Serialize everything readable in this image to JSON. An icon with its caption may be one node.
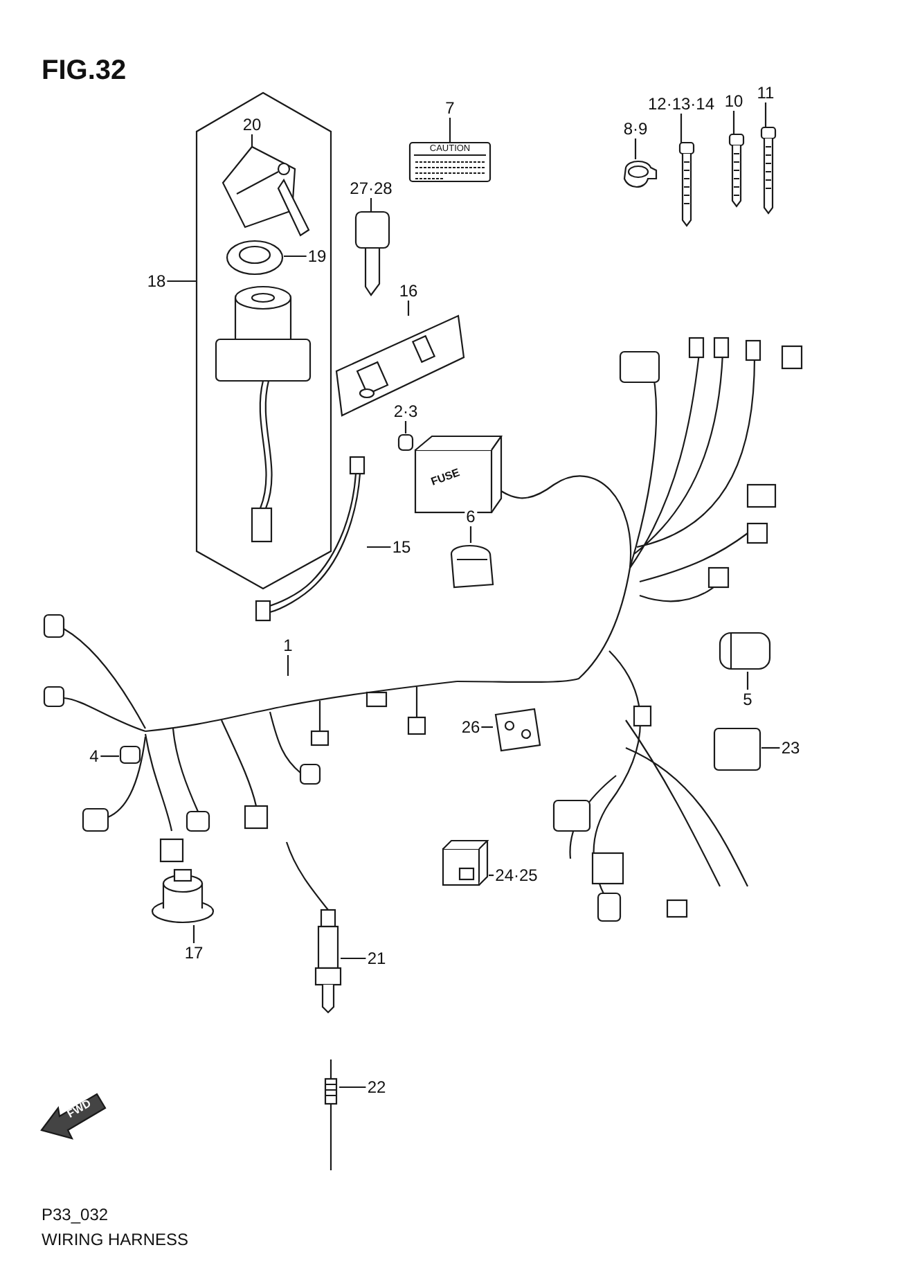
{
  "diagram": {
    "title": "FIG.32",
    "caption": "WIRING HARNESS",
    "nodes": [
      {
        "text": [
          "18"
        ]
      },
      {
        "text": [],
        "shape": "picture"
      },
      {
        "text": [
          "20"
        ],
        "in": 1
      },
      {
        "text": [],
        "shape": "picture",
        "in": 1
      },
      {
        "text": [
          "19"
        ],
        "in": 1
      },
      {
        "text": [],
        "shape": "picture",
        "in": 1
      },
      {
        "text": [
          "7"
        ]
      },
      {
        "text": [
          "CAUTION"
        ]
      },
      {
        "text": [
          "27·28"
        ]
      },
      {
        "text": [],
        "shape": "picture"
      },
      {
        "text": [
          "8·9"
        ]
      },
      {
        "text": [],
        "shape": "picture"
      },
      {
        "text": [
          "12·13·14"
        ]
      },
      {
        "text": [],
        "shape": "picture"
      },
      {
        "text": [
          "10"
        ]
      },
      {
        "text": [],
        "shape": "picture"
      },
      {
        "text": [
          "11"
        ]
      },
      {
        "text": [],
        "shape": "picture"
      },
      {
        "text": [
          "16"
        ]
      },
      {
        "text": [],
        "shape": "picture"
      },
      {
        "text": [
          "2·3"
        ]
      },
      {
        "text": [],
        "shape": "box"
      },
      {
        "text": [
          "15"
        ]
      },
      {
        "text": [],
        "shape": "picture"
      },
      {
        "text": [
          "6"
        ]
      },
      {
        "text": [],
        "shape": "picture"
      },
      {
        "text": [
          "1"
        ]
      },
      {
        "text": [],
        "shape": "picture"
      },
      {
        "text": [
          "26"
        ]
      },
      {
        "text": [],
        "shape": "picture"
      },
      {
        "text": [
          "5"
        ]
      },
      {
        "text": [],
        "shape": "picture"
      },
      {
        "text": [
          "4"
        ]
      },
      {
        "text": [],
        "shape": "box"
      },
      {
        "text": [
          "23"
        ]
      },
      {
        "text": [],
        "shape": "box"
      },
      {
        "text": [
          "24·25"
        ]
      },
      {
        "text": [],
        "shape": "picture"
      },
      {
        "text": [
          "17"
        ]
      },
      {
        "text": [],
        "shape": "picture"
      },
      {
        "text": [
          "21"
        ]
      },
      {
        "text": [],
        "shape": "picture"
      },
      {
        "text": [
          "22"
        ]
      },
      {
        "text": [],
        "shape": "picture"
      }
    ],
    "edges": [
      {
        "from": 0,
        "to": 1,
        "arrow": "none"
      },
      {
        "from": 2,
        "to": 3,
        "arrow": "none"
      },
      {
        "from": 4,
        "to": 5,
        "arrow": "none"
      },
      {
        "from": 6,
        "to": 7,
        "arrow": "none"
      },
      {
        "from": 8,
        "to": 9,
        "arrow": "none"
      },
      {
        "from": 10,
        "to": 11,
        "arrow": "none"
      },
      {
        "from": 12,
        "to": 13,
        "arrow": "none"
      },
      {
        "from": 14,
        "to": 15,
        "arrow": "none"
      },
      {
        "from": 16,
        "to": 17,
        "arrow": "none"
      },
      {
        "from": 18,
        "to": 19,
        "arrow": "none"
      },
      {
        "from": 20,
        "to": 21,
        "arrow": "none"
      },
      {
        "from": 22,
        "to": 23,
        "arrow": "none"
      },
      {
        "from": 24,
        "to": 25,
        "arrow": "none"
      },
      {
        "from": 26,
        "to": 27,
        "arrow": "none"
      },
      {
        "from": 28,
        "to": 29,
        "arrow": "none"
      },
      {
        "from": 30,
        "to": 31,
        "arrow": "none"
      },
      {
        "from": 32,
        "to": 33,
        "arrow": "none"
      },
      {
        "from": 34,
        "to": 35,
        "arrow": "none"
      },
      {
        "from": 36,
        "to": 37,
        "arrow": "none"
      },
      {
        "from": 38,
        "to": 39,
        "arrow": "none"
      },
      {
        "from": 40,
        "to": 41,
        "arrow": "none"
      },
      {
        "from": 42,
        "to": 43,
        "arrow": "none"
      }
    ],
    "labels": [
      "FUSE",
      "FWD",
      "P33_032"
    ]
  }
}
